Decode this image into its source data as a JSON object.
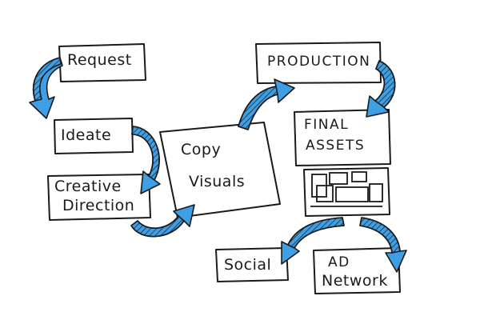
{
  "diagram": {
    "nodes": {
      "request": "Request",
      "ideate": "Ideate",
      "creative_direction_line1": "Creative",
      "creative_direction_line2": "Direction",
      "copy_visuals_line1": "Copy",
      "copy_visuals_line2": "Visuals",
      "production": "PRODUCTION",
      "final_assets_line1": "FINAL",
      "final_assets_line2": "ASSETS",
      "social": "Social",
      "ad_network_line1": "AD",
      "ad_network_line2": "Network"
    },
    "colors": {
      "arrow_fill": "#3f9fe5",
      "arrow_hatch": "#1a1a1a",
      "ink": "#1a1a1a"
    }
  }
}
